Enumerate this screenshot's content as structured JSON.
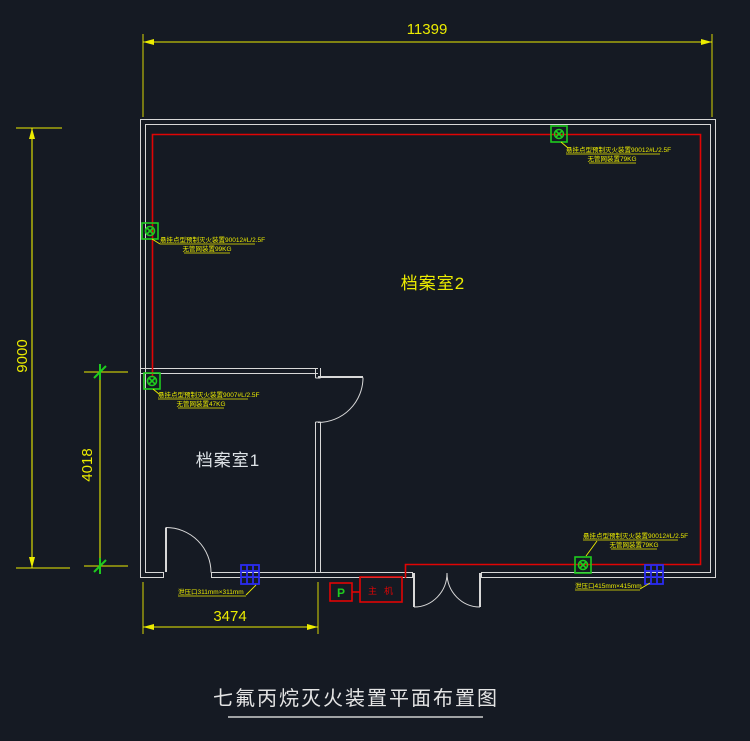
{
  "drawing_title": "七氟丙烷灭火装置平面布置图",
  "rooms": {
    "room2_label": "档案室2",
    "room1_label": "档案室1"
  },
  "dimensions": {
    "top_width": "11399",
    "left_height": "9000",
    "room1_height": "4018",
    "room1_width": "3474"
  },
  "devices": {
    "left_wall": {
      "line1": "悬挂点型预制灭火装置90012#L/2.5F",
      "line2": "无管网装置99KG"
    },
    "top_wall": {
      "line1": "悬挂点型预制灭火装置90012#L/2.5F",
      "line2": "无管网装置79KG"
    },
    "room1": {
      "line1": "悬挂点型预制灭火装置9007#L/2.5F",
      "line2": "无管网装置47KG"
    },
    "bottom_wall": {
      "line1": "悬挂点型预制灭火装置90012#L/2.5F",
      "line2": "无管网装置79KG"
    }
  },
  "vents": {
    "left_label": "泄压口311mm×311mm",
    "right_label": "泄压口415mm×415mm"
  },
  "control_panel": {
    "alarm_button": "P",
    "host_label": "主机"
  },
  "colors": {
    "background": "#151a23",
    "walls": "#d8d8d8",
    "piping_red": "#e00404",
    "annotation_yellow": "#ecec00",
    "device_green": "#1ecb1e",
    "vent_blue": "#2b2bf0"
  }
}
